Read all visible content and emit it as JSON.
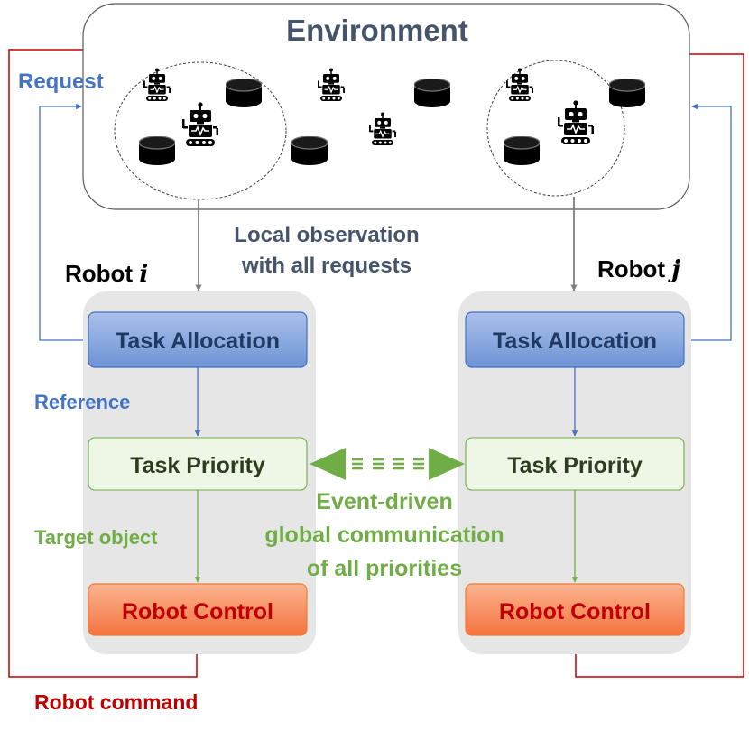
{
  "environment": {
    "title": "Environment"
  },
  "labels": {
    "request": "Request",
    "local_observation_line1": "Local observation",
    "local_observation_line2": "with all requests",
    "reference": "Reference",
    "target_object": "Target object",
    "robot_command": "Robot command",
    "event_line1": "Event-driven",
    "event_line2": "global communication",
    "event_line3": "of all priorities"
  },
  "robot_i": {
    "prefix": "Robot ",
    "symbol": "i",
    "task_allocation": "Task Allocation",
    "task_priority": "Task Priority",
    "robot_control": "Robot Control"
  },
  "robot_j": {
    "prefix": "Robot ",
    "symbol": "j",
    "task_allocation": "Task Allocation",
    "task_priority": "Task Priority",
    "robot_control": "Robot Control"
  },
  "colors": {
    "environment_title": "#44546a",
    "observation_text": "#44546a",
    "request": "#4472c4",
    "reference": "#4472c4",
    "target_object": "#70ad47",
    "event_text": "#70ad47",
    "robot_command": "#c00000",
    "allocation_fill_top": "#a9c0e8",
    "allocation_fill_bottom": "#6f94d6",
    "allocation_text": "#1f3864",
    "priority_fill": "#eef7e6",
    "priority_text": "#2e3d1f",
    "control_fill_top": "#fbb08c",
    "control_fill_bottom": "#f4764a",
    "control_text": "#c00000",
    "panel_fill": "#e6e6e6"
  },
  "icons": [
    "robot-icon",
    "object-cylinder-icon"
  ]
}
